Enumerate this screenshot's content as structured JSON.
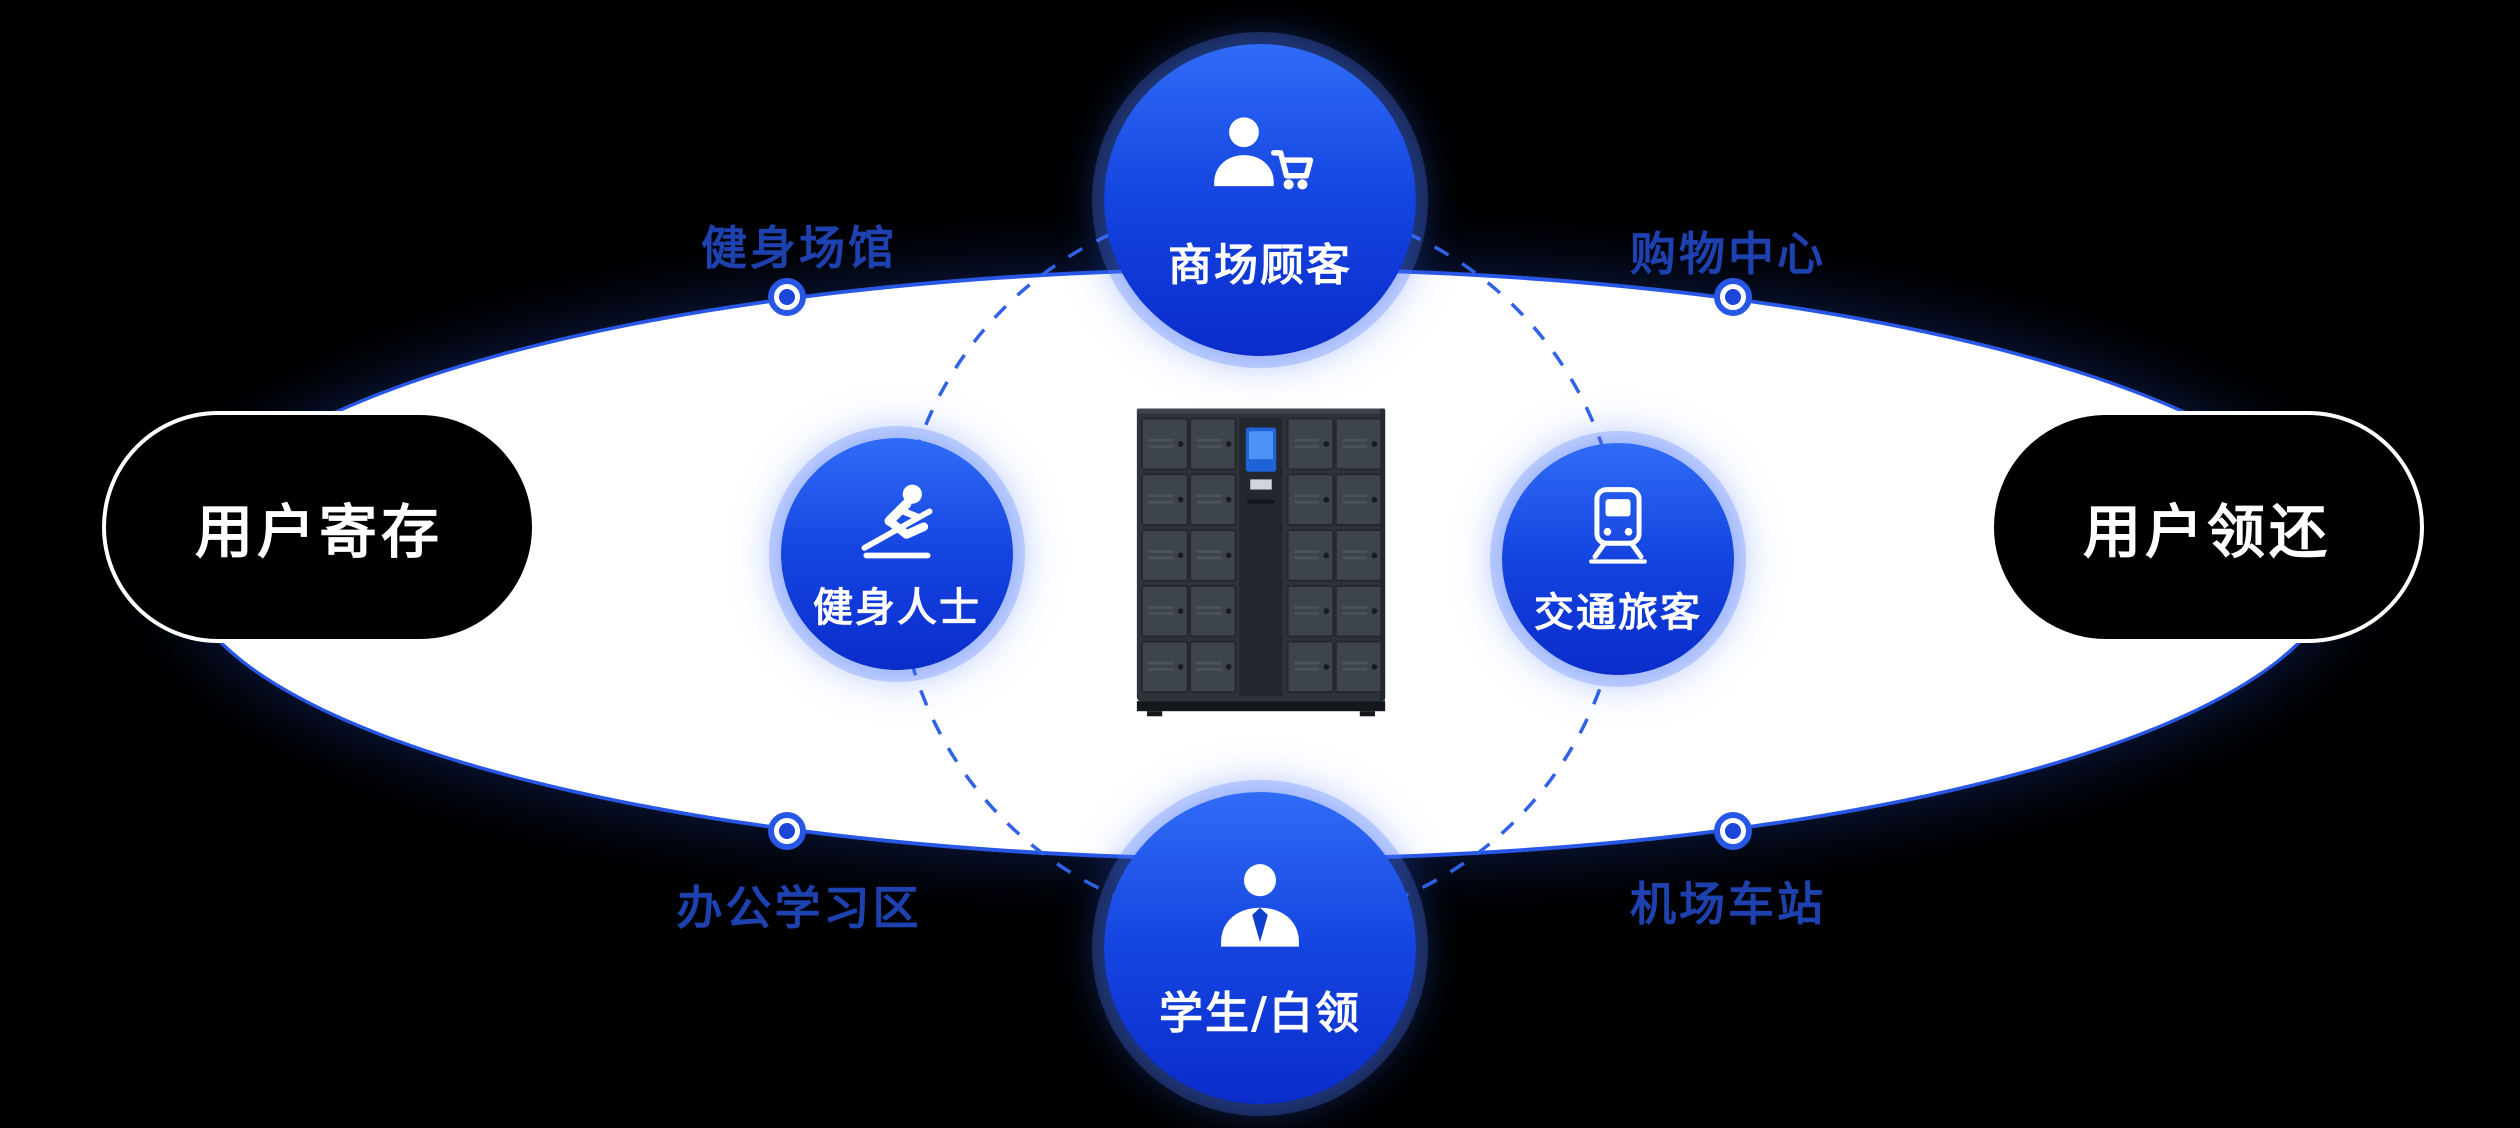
{
  "diagram": {
    "center_device": "smart-locker-cabinet",
    "nodes": [
      {
        "label": "商场顾客",
        "icon": "shopper-cart-icon"
      },
      {
        "label": "健身人士",
        "icon": "fitness-exercise-icon"
      },
      {
        "label": "交通旅客",
        "icon": "train-icon"
      },
      {
        "label": "学生/白领",
        "icon": "business-person-icon"
      }
    ],
    "scene_labels": [
      {
        "text": "健身场馆"
      },
      {
        "text": "购物中心"
      },
      {
        "text": "办公学习区"
      },
      {
        "text": "机场车站"
      }
    ],
    "pills": {
      "left": "用户寄存",
      "right": "用户领还"
    },
    "colors": {
      "background": "#000000",
      "ellipse_fill": "#ffffff",
      "accent_blue": "#2857e6",
      "node_gradient_top": "#2f6cf7",
      "node_gradient_bottom": "#0a2ccb",
      "scene_label_blue": "#1e41b0",
      "pill_text": "#ffffff",
      "locker_body": "#2d3339",
      "locker_screen": "#1f62d8"
    }
  }
}
